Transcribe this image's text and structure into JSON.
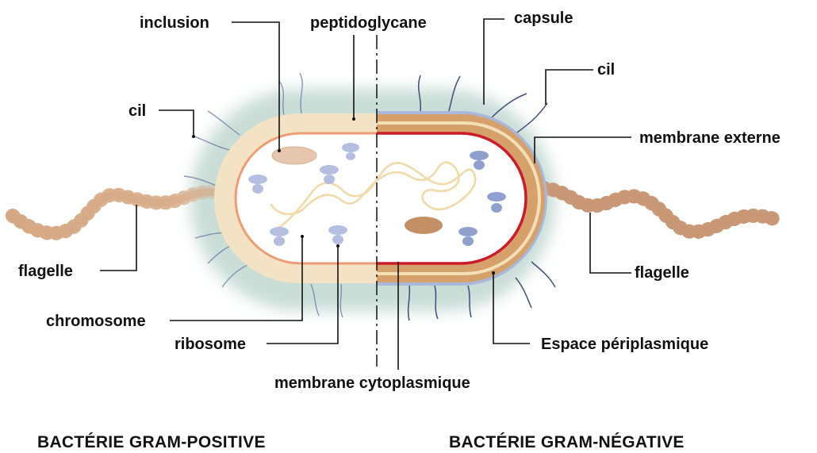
{
  "labels": {
    "inclusion": "inclusion",
    "peptidoglycane": "peptidoglycane",
    "capsule": "capsule",
    "cil_left": "cil",
    "cil_right": "cil",
    "membrane_externe": "membrane externe",
    "flagelle_left": "flagelle",
    "flagelle_right": "flagelle",
    "chromosome": "chromosome",
    "ribosome": "ribosome",
    "espace_periplasmique": "Espace périplasmique",
    "membrane_cytoplasmique": "membrane cytoplasmique"
  },
  "titles": {
    "gram_positive": "BACTÉRIE GRAM-POSITIVE",
    "gram_negative": "BACTÉRIE GRAM-NÉGATIVE"
  },
  "colors": {
    "capsule_halo": "#c9ddd7",
    "gram_positive_wall": "#f3e3c4",
    "gram_negative_wall": "#d6a06a",
    "gram_negative_inner_stripe": "#f3dfb8",
    "outer_membrane": "#a9b7db",
    "cytoplasmic_membrane_positive": "#ee9c73",
    "cytoplasmic_membrane_negative": "#cc1a2a",
    "ribosome": "#8fa0cf",
    "inclusion": "#c58f66",
    "chromosome": "#f1d9a8",
    "flagellum": "#d6a883",
    "cilia": "#3d4e7d"
  }
}
